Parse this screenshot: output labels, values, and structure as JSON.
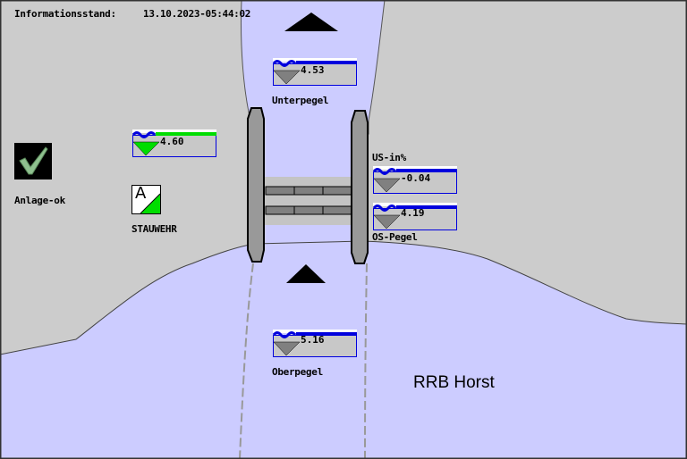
{
  "header": {
    "info_label": "Informationsstand:",
    "timestamp": "13.10.2023-05:44:02"
  },
  "status": {
    "ok_icon": "checkmark-icon",
    "ok_label": "Anlage-ok",
    "mode_icon": "automatic-mode-icon",
    "mode_letter": "A",
    "mode_label": "STAUWEHR"
  },
  "gauges": {
    "unterpegel": {
      "value": "4.53",
      "label": "Unterpegel",
      "indicator_color": "#808080"
    },
    "stauwehr": {
      "value": "4.60",
      "label": "",
      "indicator_color": "#00dd00"
    },
    "us_in_percent": {
      "value": "-0.04",
      "label": "US-in%",
      "indicator_color": "#808080"
    },
    "os_pegel": {
      "value": "4.19",
      "label": "OS-Pegel",
      "indicator_color": "#808080"
    },
    "oberpegel": {
      "value": "5.16",
      "label": "Oberpegel",
      "indicator_color": "#808080"
    }
  },
  "flow": {
    "upper_arrow": "flow-direction-up-icon",
    "lower_arrow": "flow-direction-up-icon"
  },
  "site_name": "RRB Horst",
  "colors": {
    "water": "#ccccff",
    "land": "#cccccc",
    "gauge_blue": "#0000dd",
    "ok_green": "#00dd00"
  }
}
